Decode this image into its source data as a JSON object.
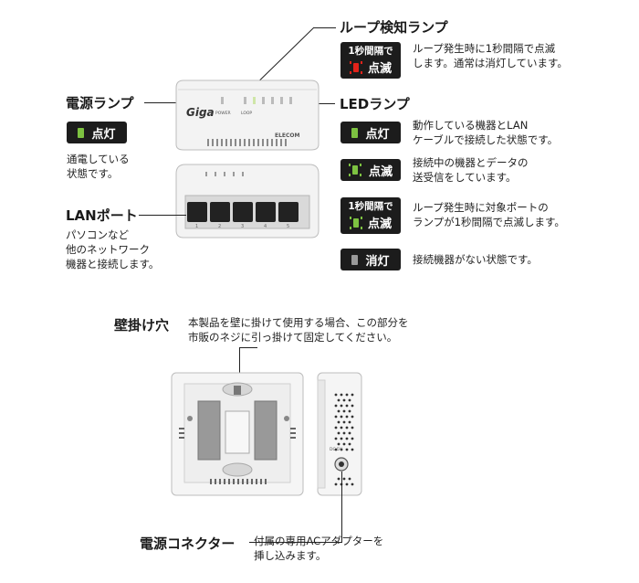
{
  "colors": {
    "green": "#7dc241",
    "red": "#e2231a",
    "gray": "#9a9a9a",
    "badge_bg": "#1c1c1c"
  },
  "loop_led": {
    "heading": "ループ検知ランプ",
    "badge_top": "1秒間隔で",
    "badge_bottom": "点滅",
    "desc": [
      "ループ発生時に1秒間隔で点滅",
      "します。通常は消灯しています。"
    ]
  },
  "power_led": {
    "heading": "電源ランプ",
    "badge": "点灯",
    "desc": [
      "通電している",
      "状態です。"
    ]
  },
  "led_lamp": {
    "heading": "LEDランプ",
    "states": [
      {
        "badge": "点灯",
        "desc": [
          "動作している機器とLAN",
          "ケーブルで接続した状態です。"
        ]
      },
      {
        "badge": "点滅",
        "desc": [
          "接続中の機器とデータの",
          "送受信をしています。"
        ]
      },
      {
        "badge_top": "1秒間隔で",
        "badge_bottom": "点滅",
        "desc": [
          "ループ発生時に対象ポートの",
          "ランプが1秒間隔で点滅します。"
        ]
      },
      {
        "badge": "消灯",
        "desc": [
          "接続機器がない状態です。"
        ]
      }
    ]
  },
  "lan_port": {
    "heading": "LANポート",
    "desc": [
      "パソコンなど",
      "他のネットワーク",
      "機器と接続します。"
    ]
  },
  "wall_hole": {
    "heading": "壁掛け穴",
    "desc": [
      "本製品を壁に掛けて使用する場合、この部分を",
      "市販のネジに引っ掛けて固定してください。"
    ]
  },
  "power_connector": {
    "heading": "電源コネクター",
    "desc": [
      "付属の専用ACアダプターを",
      "挿し込みます。"
    ]
  },
  "device": {
    "brand_logo": "Giga",
    "maker": "ELECOM",
    "label_power": "POWER",
    "label_loop": "LOOP",
    "port_numbers": [
      "1",
      "2",
      "3",
      "4",
      "5"
    ],
    "side_label": "DC 5V"
  }
}
